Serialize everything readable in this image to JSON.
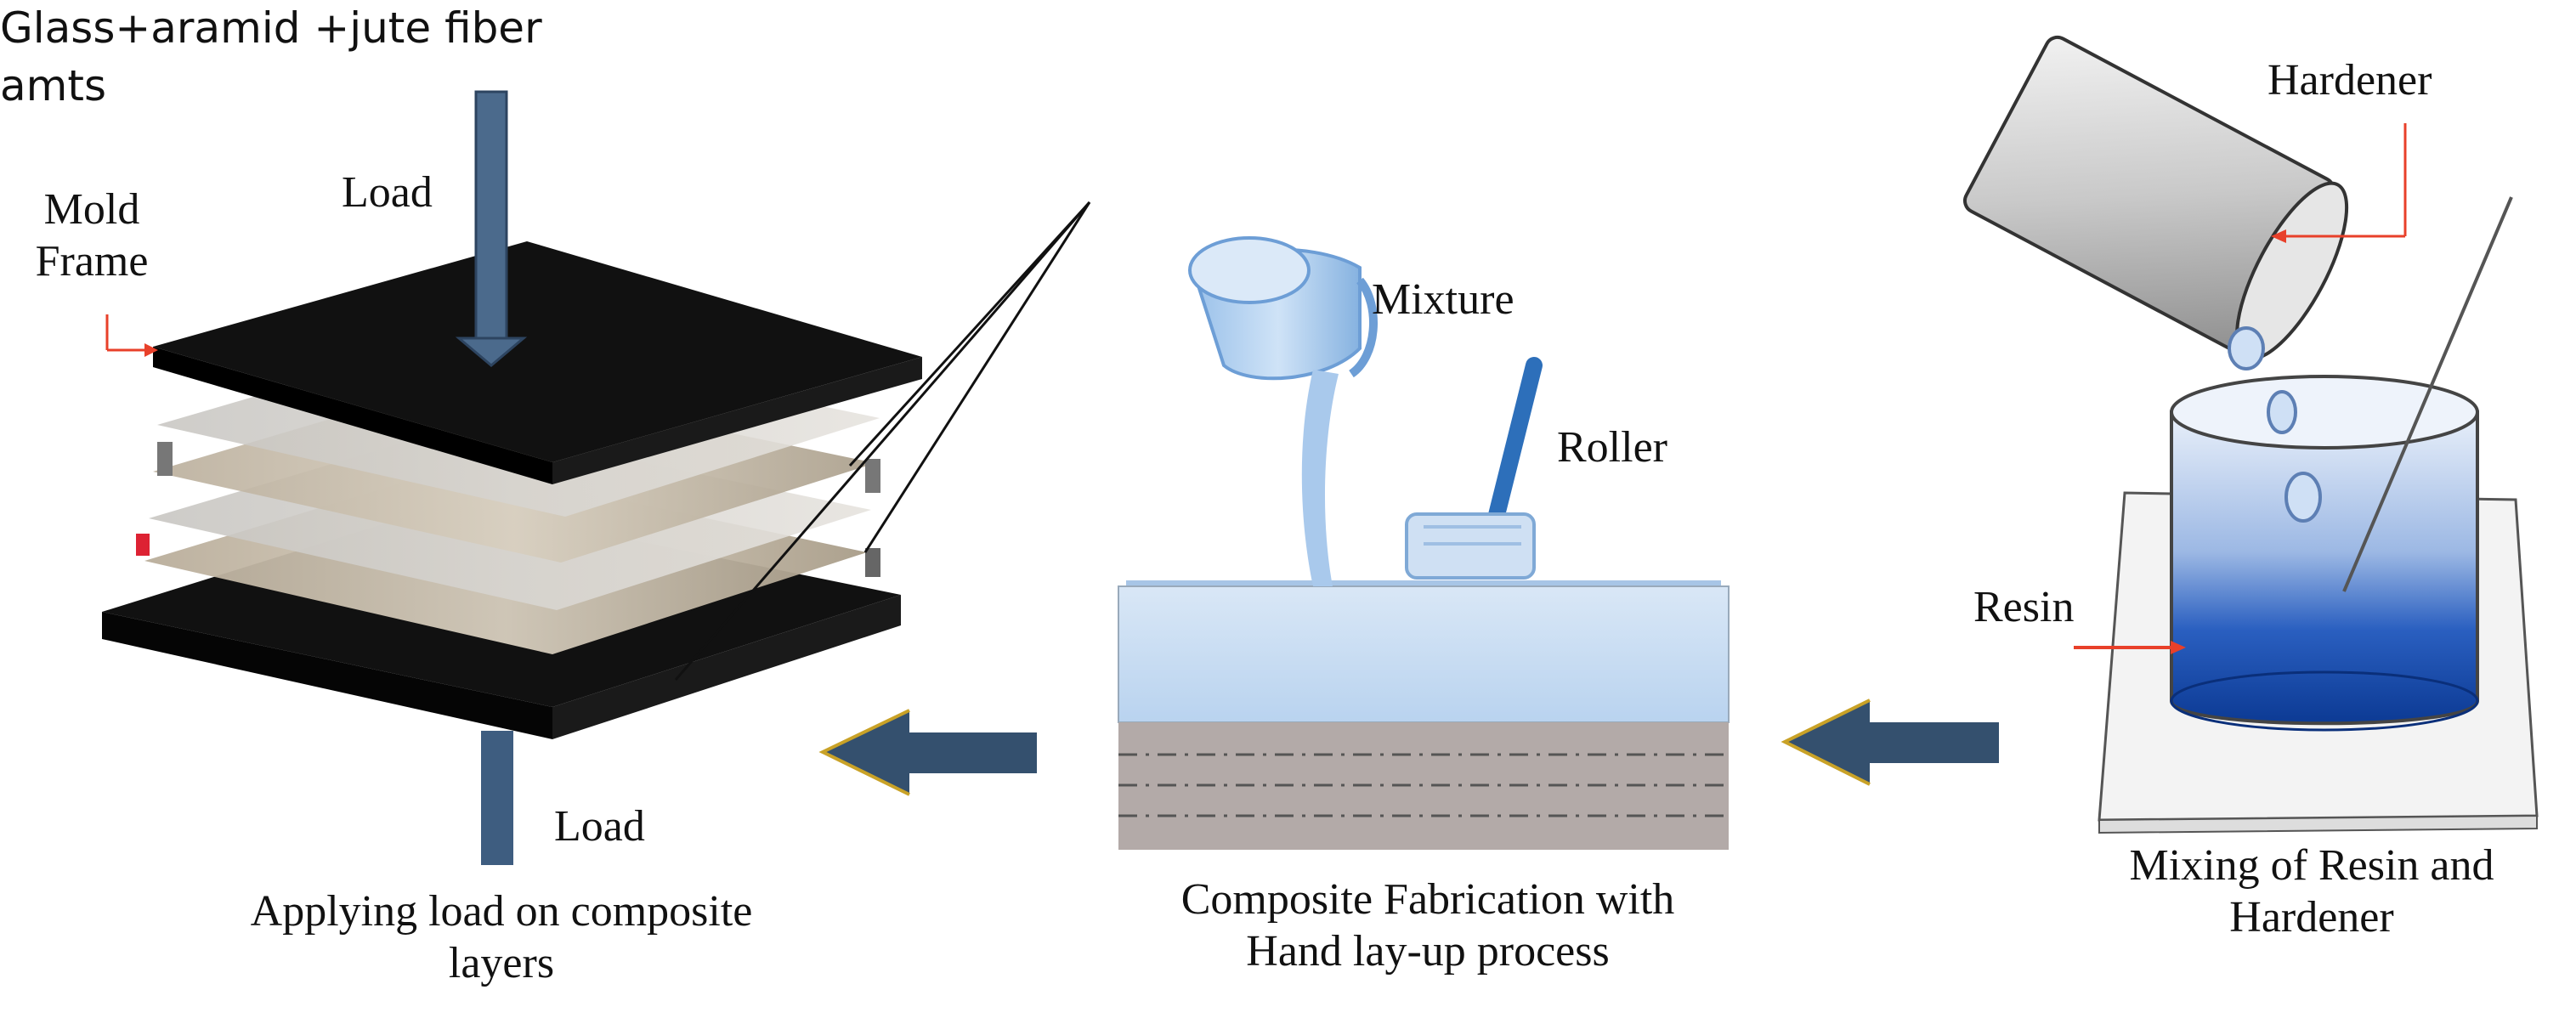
{
  "labels": {
    "load_top": "Load",
    "load_bottom": "Load",
    "mold_frame_line1": "Mold",
    "mold_frame_line2": "Frame",
    "fiber_line1": "Glass+aramid +jute fiber",
    "fiber_line2": "amts",
    "mixture": "Mixture",
    "roller": "Roller",
    "hardener": "Hardener",
    "resin": "Resin"
  },
  "captions": {
    "step_left_line1": "Applying load on composite",
    "step_left_line2": "layers",
    "step_middle_line1": "Composite Fabrication with",
    "step_middle_line2": "Hand lay-up process",
    "step_right_line1": "Mixing of Resin and",
    "step_right_line2": "Hardener"
  },
  "colors": {
    "arrow_fill": "#34506E",
    "arrow_outline": "#C9A227",
    "pointer_red": "#E8402A",
    "liquid_light": "#BFD8F2",
    "liquid_dark": "#0E3E9A",
    "mold_plate": "#111111"
  }
}
